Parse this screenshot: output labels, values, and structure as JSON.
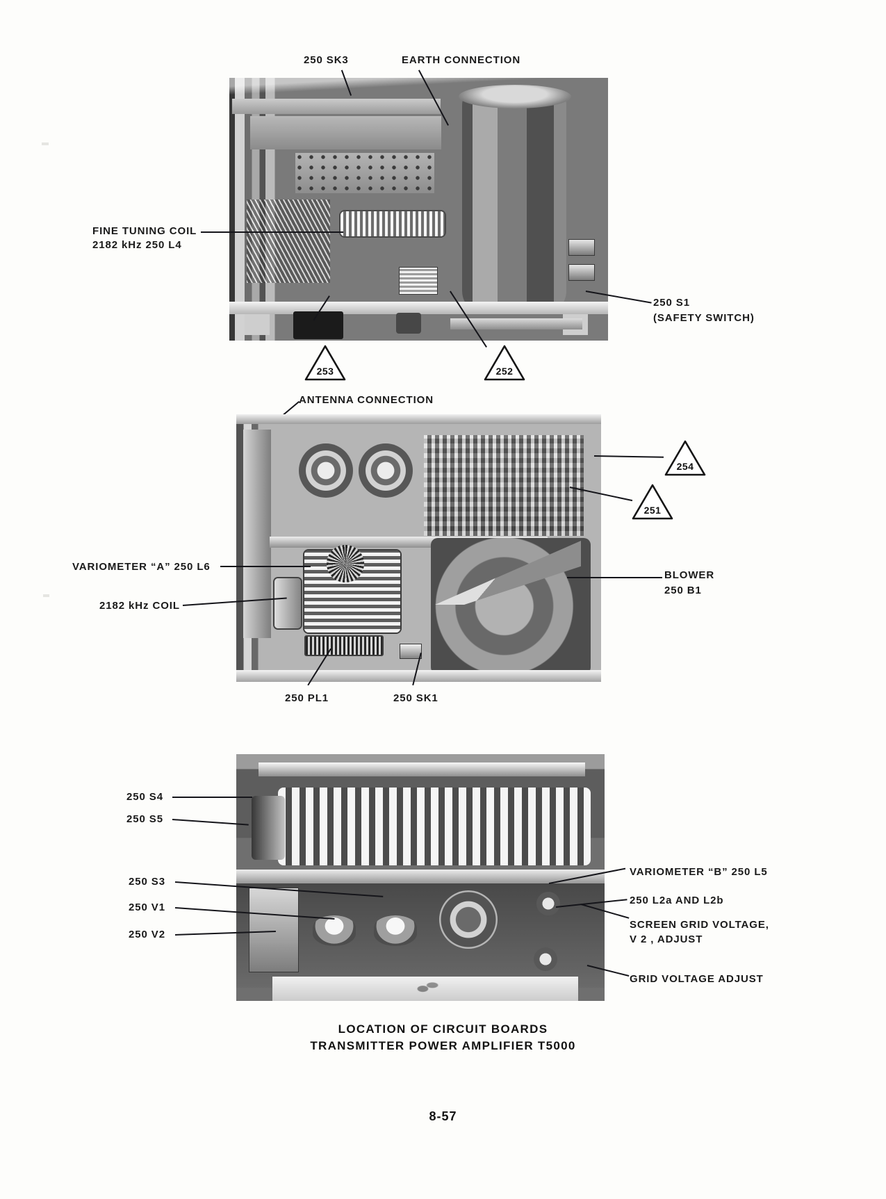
{
  "document": {
    "page_number": "8-57",
    "caption_line1": "LOCATION OF CIRCUIT BOARDS",
    "caption_line2": "TRANSMITTER POWER AMPLIFIER T5000"
  },
  "figures": [
    {
      "id": "figure-top",
      "labels": [
        {
          "id": "sk3",
          "text": "250 SK3"
        },
        {
          "id": "earth-connection",
          "text": "EARTH CONNECTION"
        },
        {
          "id": "fine-tuning-coil-l1",
          "text": "FINE TUNING COIL"
        },
        {
          "id": "fine-tuning-coil-l2",
          "text": "2182 kHz 250 L4"
        },
        {
          "id": "s1",
          "text": "250 S1"
        },
        {
          "id": "s1-note",
          "text": "(SAFETY SWITCH)"
        }
      ],
      "markers": [
        {
          "id": "marker-253",
          "text": "253"
        },
        {
          "id": "marker-252",
          "text": "252"
        }
      ]
    },
    {
      "id": "figure-middle",
      "labels": [
        {
          "id": "antenna-connection",
          "text": "ANTENNA  CONNECTION"
        },
        {
          "id": "variometer-a",
          "text": "VARIOMETER “A”  250 L6"
        },
        {
          "id": "coil-2182",
          "text": "2182 kHz COIL"
        },
        {
          "id": "blower-l1",
          "text": "BLOWER"
        },
        {
          "id": "blower-l2",
          "text": "250 B1"
        },
        {
          "id": "pl1",
          "text": "250 PL1"
        },
        {
          "id": "sk1",
          "text": "250 SK1"
        }
      ],
      "markers": [
        {
          "id": "marker-254",
          "text": "254"
        },
        {
          "id": "marker-251",
          "text": "251"
        }
      ]
    },
    {
      "id": "figure-bottom",
      "labels": [
        {
          "id": "s4",
          "text": "250 S4"
        },
        {
          "id": "s5",
          "text": "250 S5"
        },
        {
          "id": "s3",
          "text": "250 S3"
        },
        {
          "id": "v1",
          "text": "250 V1"
        },
        {
          "id": "v2",
          "text": "250 V2"
        },
        {
          "id": "variometer-b",
          "text": "VARIOMETER “B”  250 L5"
        },
        {
          "id": "l2a-l2b",
          "text": "250 L2a AND  L2b"
        },
        {
          "id": "screen-grid-l1",
          "text": "SCREEN GRID VOLTAGE,"
        },
        {
          "id": "screen-grid-l2",
          "text": "V 2 , ADJUST"
        },
        {
          "id": "grid-voltage-adjust",
          "text": "GRID VOLTAGE ADJUST"
        }
      ],
      "markers": []
    }
  ],
  "colors": {
    "ink": "#151515",
    "paper": "#fdfdfb"
  }
}
